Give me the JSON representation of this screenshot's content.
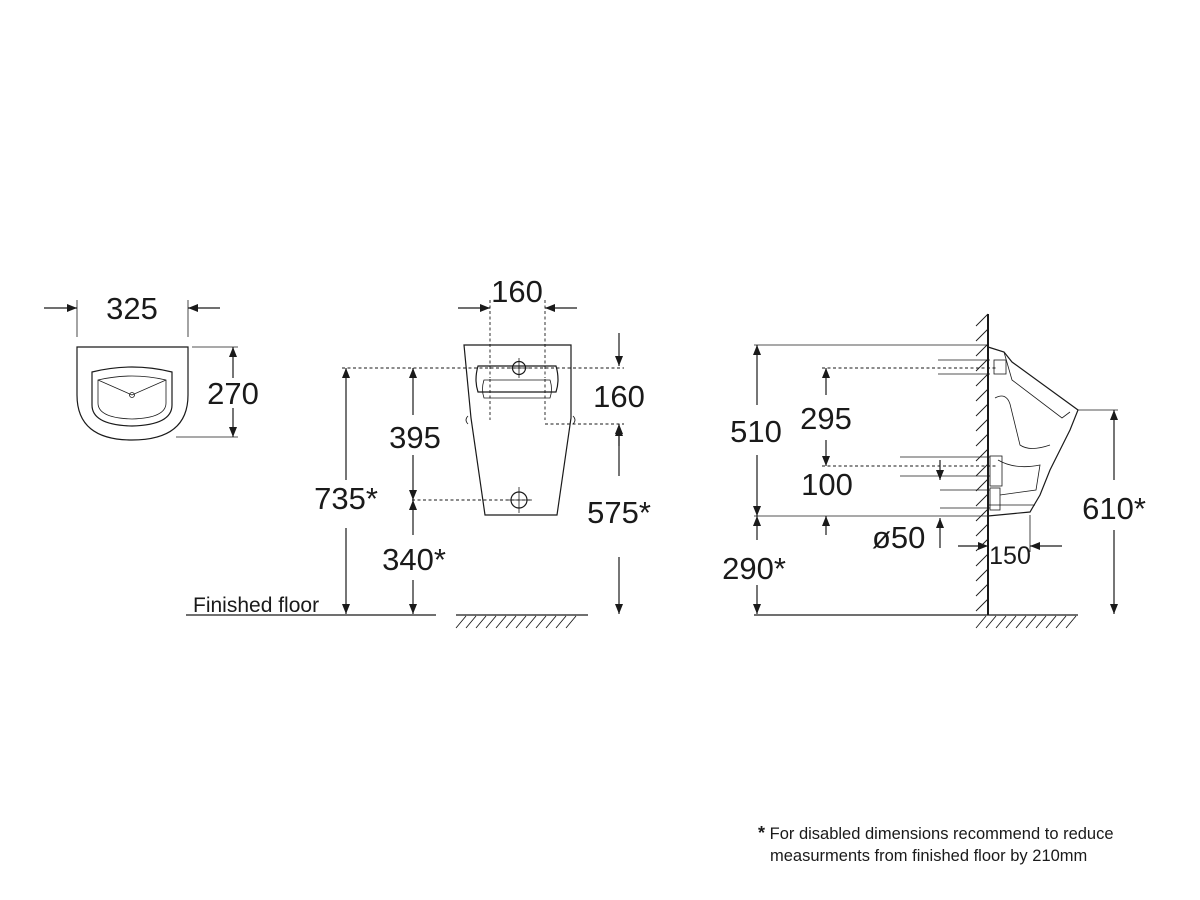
{
  "top_view": {
    "width": "325",
    "depth": "270"
  },
  "front_view": {
    "spacing_top": "160",
    "inlet_drop": "160",
    "inlet_to_outlet": "395",
    "overall_height": "735*",
    "outlet_height": "340*",
    "inlet_height": "575*",
    "floor_label": "Finished floor"
  },
  "side_view": {
    "overall": "510",
    "inlet_rise": "295",
    "spacing": "100",
    "waste_diameter": "ø50",
    "waste_offset": "150",
    "base_height": "290*",
    "rim_height": "610*"
  },
  "footnote": {
    "star": "*",
    "line1": "For disabled dimensions recommend to reduce",
    "line2": "measurments from finished floor by 210mm"
  }
}
